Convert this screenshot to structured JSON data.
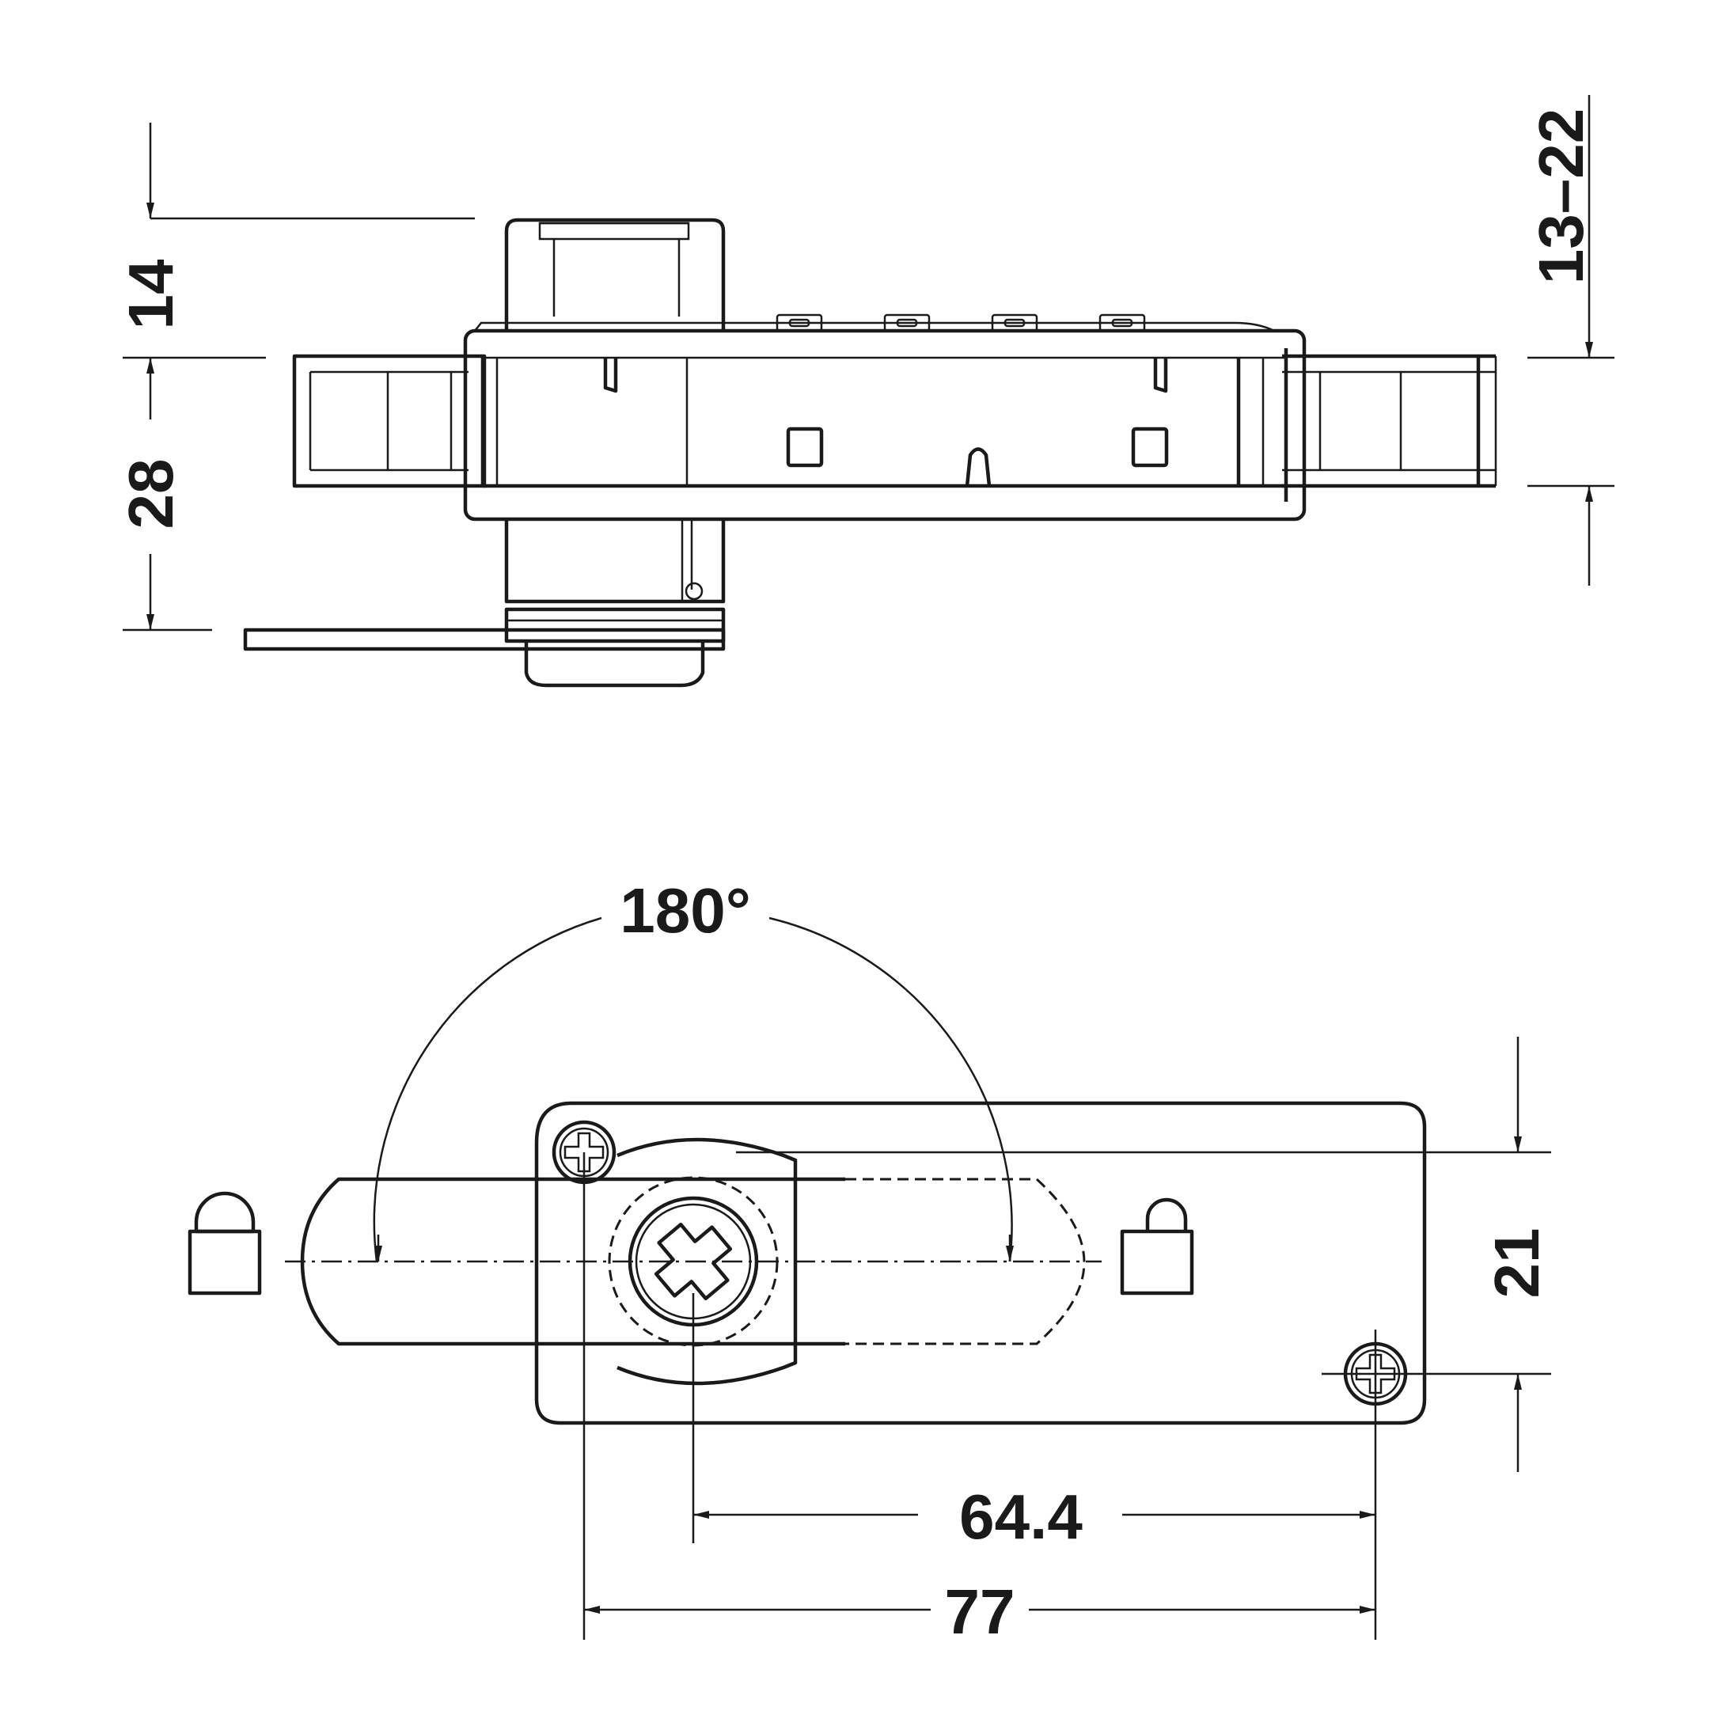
{
  "dimensions": {
    "cap_height": "14",
    "body_height": "28",
    "door_thickness": "13–22",
    "angle": "180°",
    "plate_height": "21",
    "hole_to_screw": "64.4",
    "hole_to_hole": "77"
  },
  "icons": {
    "locked": "padlock-closed-icon",
    "unlocked": "padlock-open-icon"
  },
  "colors": {
    "line": "#1a1a1a",
    "background": "#ffffff"
  }
}
